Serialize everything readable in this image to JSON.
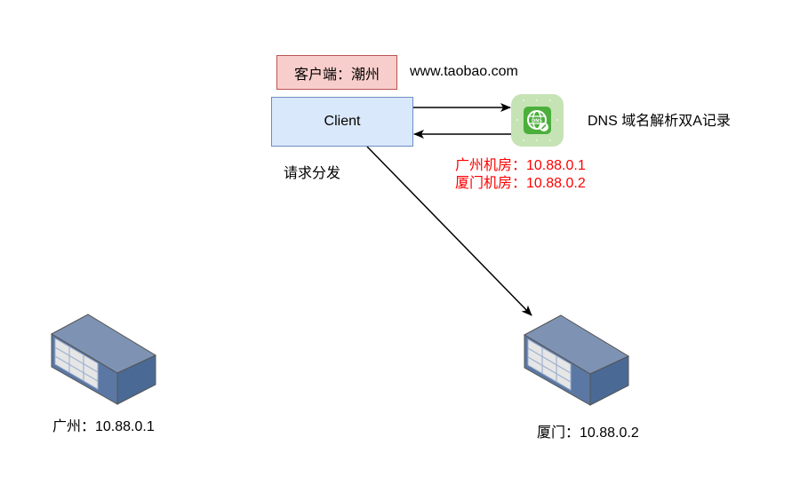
{
  "client_region_label": "客户端：潮州",
  "domain_name": "www.taobao.com",
  "client": {
    "label": "Client"
  },
  "dispatch_label": "请求分发",
  "dns": {
    "icon": "dns-globe-icon",
    "title": "DNS 域名解析双A记录",
    "records": [
      {
        "text": "广州机房：10.88.0.1"
      },
      {
        "text": "厦门机房：10.88.0.2"
      }
    ],
    "record_color": "#ff0000"
  },
  "servers": [
    {
      "label": "广州：10.88.0.1",
      "icon": "server-icon"
    },
    {
      "label": "厦门：10.88.0.2",
      "icon": "server-icon"
    }
  ],
  "colors": {
    "client_label_fill": "#f8cecc",
    "client_label_stroke": "#b85450",
    "client_fill": "#dae8fc",
    "client_stroke": "#6c8ebf",
    "dns_tile": "#c5e3b5",
    "dns_icon": "#4caf3c",
    "server_top": "#7e93b4",
    "server_side": "#4a6a95",
    "server_front": "#5b77a3"
  }
}
